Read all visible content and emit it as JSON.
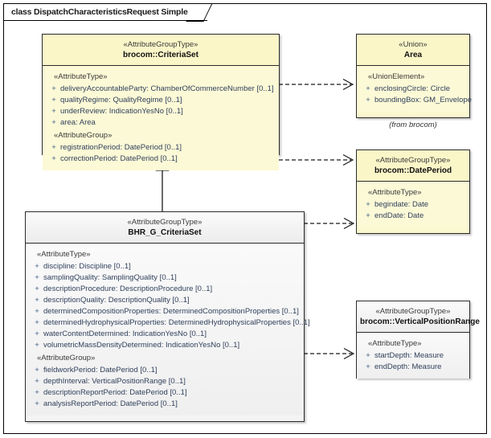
{
  "diagram": {
    "frame_label": "class DispatchCharacteristicsRequest Simple",
    "colors": {
      "class_yellow": "#fbf7cf",
      "class_grey": "#f1f1f1",
      "border": "#2b2b2b",
      "attr_text": "#31415c"
    }
  },
  "classes": {
    "criteria_set": {
      "stereotype": "«AttributeGroupType»",
      "name": "brocom::CriteriaSet",
      "groups": [
        {
          "label": "«AttributeType»",
          "attributes": [
            {
              "visibility": "+",
              "text": "deliveryAccountableParty: ChamberOfCommerceNumber [0..1]"
            },
            {
              "visibility": "+",
              "text": "qualityRegime: QualityRegime [0..1]"
            },
            {
              "visibility": "+",
              "text": "underReview: IndicationYesNo [0..1]"
            },
            {
              "visibility": "+",
              "text": "area: Area"
            }
          ]
        },
        {
          "label": "«AttributeGroup»",
          "attributes": [
            {
              "visibility": "+",
              "text": "registrationPeriod: DatePeriod [0..1]"
            },
            {
              "visibility": "+",
              "text": "correctionPeriod: DatePeriod [0..1]"
            }
          ]
        }
      ]
    },
    "area": {
      "stereotype": "«Union»",
      "name": "Area",
      "note": "(from brocom)",
      "groups": [
        {
          "label": "«UnionElement»",
          "attributes": [
            {
              "visibility": "+",
              "text": "enclosingCircle: Circle"
            },
            {
              "visibility": "+",
              "text": "boundingBox: GM_Envelope"
            }
          ]
        }
      ]
    },
    "date_period": {
      "stereotype": "«AttributeGroupType»",
      "name": "brocom::DatePeriod",
      "groups": [
        {
          "label": "«AttributeType»",
          "attributes": [
            {
              "visibility": "+",
              "text": "begindate: Date"
            },
            {
              "visibility": "+",
              "text": "endDate: Date"
            }
          ]
        }
      ]
    },
    "bhr_criteria_set": {
      "stereotype": "«AttributeGroupType»",
      "name": "BHR_G_CriteriaSet",
      "groups": [
        {
          "label": "«AttributeType»",
          "attributes": [
            {
              "visibility": "+",
              "text": "discipline: Discipline [0..1]"
            },
            {
              "visibility": "+",
              "text": "samplingQuality: SamplingQuality [0..1]"
            },
            {
              "visibility": "+",
              "text": "descriptionProcedure: DescriptionProcedure [0..1]"
            },
            {
              "visibility": "+",
              "text": "descriptionQuality: DescriptionQuality [0..1]"
            },
            {
              "visibility": "+",
              "text": "determinedCompositionProperties: DeterminedCompositionProperties [0..1]"
            },
            {
              "visibility": "+",
              "text": "determinedHydrophysicalProperties: DeterminedHydrophysicalProperties [0..1]"
            },
            {
              "visibility": "+",
              "text": "waterContentDetermined: IndicationYesNo [0..1]"
            },
            {
              "visibility": "+",
              "text": "volumetricMassDensityDetermined: IndicationYesNo [0..1]"
            }
          ]
        },
        {
          "label": "«AttributeGroup»",
          "attributes": [
            {
              "visibility": "+",
              "text": "fieldworkPeriod: DatePeriod [0..1]"
            },
            {
              "visibility": "+",
              "text": "depthInterval: VerticalPositionRange [0..1]"
            },
            {
              "visibility": "+",
              "text": "descriptionReportPeriod: DatePeriod [0..1]"
            },
            {
              "visibility": "+",
              "text": "analysisReportPeriod: DatePeriod [0..1]"
            }
          ]
        }
      ]
    },
    "vertical_position_range": {
      "stereotype": "«AttributeGroupType»",
      "name": "brocom::VerticalPositionRange",
      "groups": [
        {
          "label": "«AttributeType»",
          "attributes": [
            {
              "visibility": "+",
              "text": "startDepth: Measure"
            },
            {
              "visibility": "+",
              "text": "endDepth: Measure"
            }
          ]
        }
      ]
    }
  },
  "connectors": [
    {
      "name": "criteriaset-to-area",
      "kind": "dependency"
    },
    {
      "name": "criteriaset-to-dateperiod",
      "kind": "dependency"
    },
    {
      "name": "bhr-to-dateperiod",
      "kind": "dependency"
    },
    {
      "name": "bhr-to-verticalpositionrange",
      "kind": "dependency"
    },
    {
      "name": "bhr-generalizes-criteriaset",
      "kind": "generalization"
    }
  ]
}
